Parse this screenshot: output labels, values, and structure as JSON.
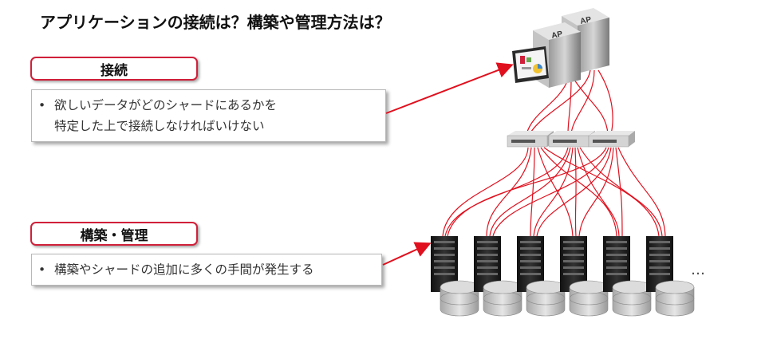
{
  "title": "アプリケーションの接続は？構築や管理方法は？",
  "connect": {
    "label": "接続",
    "bullet": "•",
    "lines": [
      "欲しいデータがどのシャードにあるかを",
      "特定した上で接続しなければいけない"
    ]
  },
  "build": {
    "label": "構築・管理",
    "bullet": "•",
    "text": "構築やシャードの追加に多くの手間が発生する"
  },
  "app_server_label": "AP",
  "ellipsis": "…",
  "colors": {
    "accent": "#d0203a",
    "line": "#e0101e"
  }
}
